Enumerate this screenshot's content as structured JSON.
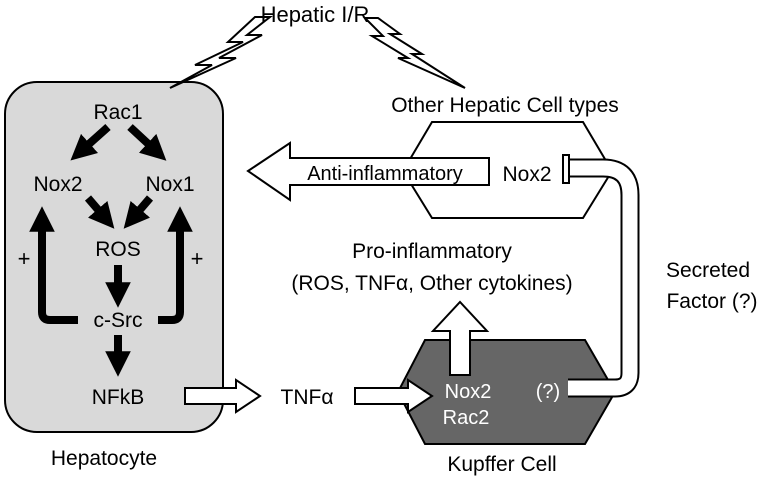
{
  "title": "Hepatic I/R",
  "hepatocyte": {
    "label": "Hepatocyte",
    "nodes": {
      "rac1": "Rac1",
      "nox2": "Nox2",
      "nox1": "Nox1",
      "ros": "ROS",
      "csrc": "c-Src",
      "nfkb": "NFkB"
    },
    "plus_left": "+",
    "plus_right": "+"
  },
  "other_cells": {
    "label": "Other Hepatic Cell types",
    "nox2": "Nox2"
  },
  "anti_inflammatory": "Anti-inflammatory",
  "pro_inflammatory": {
    "line1": "Pro-inflammatory",
    "line2": "(ROS, TNFα, Other cytokines)"
  },
  "tnfa": "TNFα",
  "secreted_factor": {
    "line1": "Secreted",
    "line2": "Factor (?)"
  },
  "kupffer": {
    "label": "Kupffer Cell",
    "nox2": "Nox2",
    "rac2": "Rac2",
    "unknown": "(?)"
  },
  "colors": {
    "hepatocyte_fill": "#d9d9d9",
    "kupffer_fill": "#666666",
    "stroke": "#000000"
  }
}
